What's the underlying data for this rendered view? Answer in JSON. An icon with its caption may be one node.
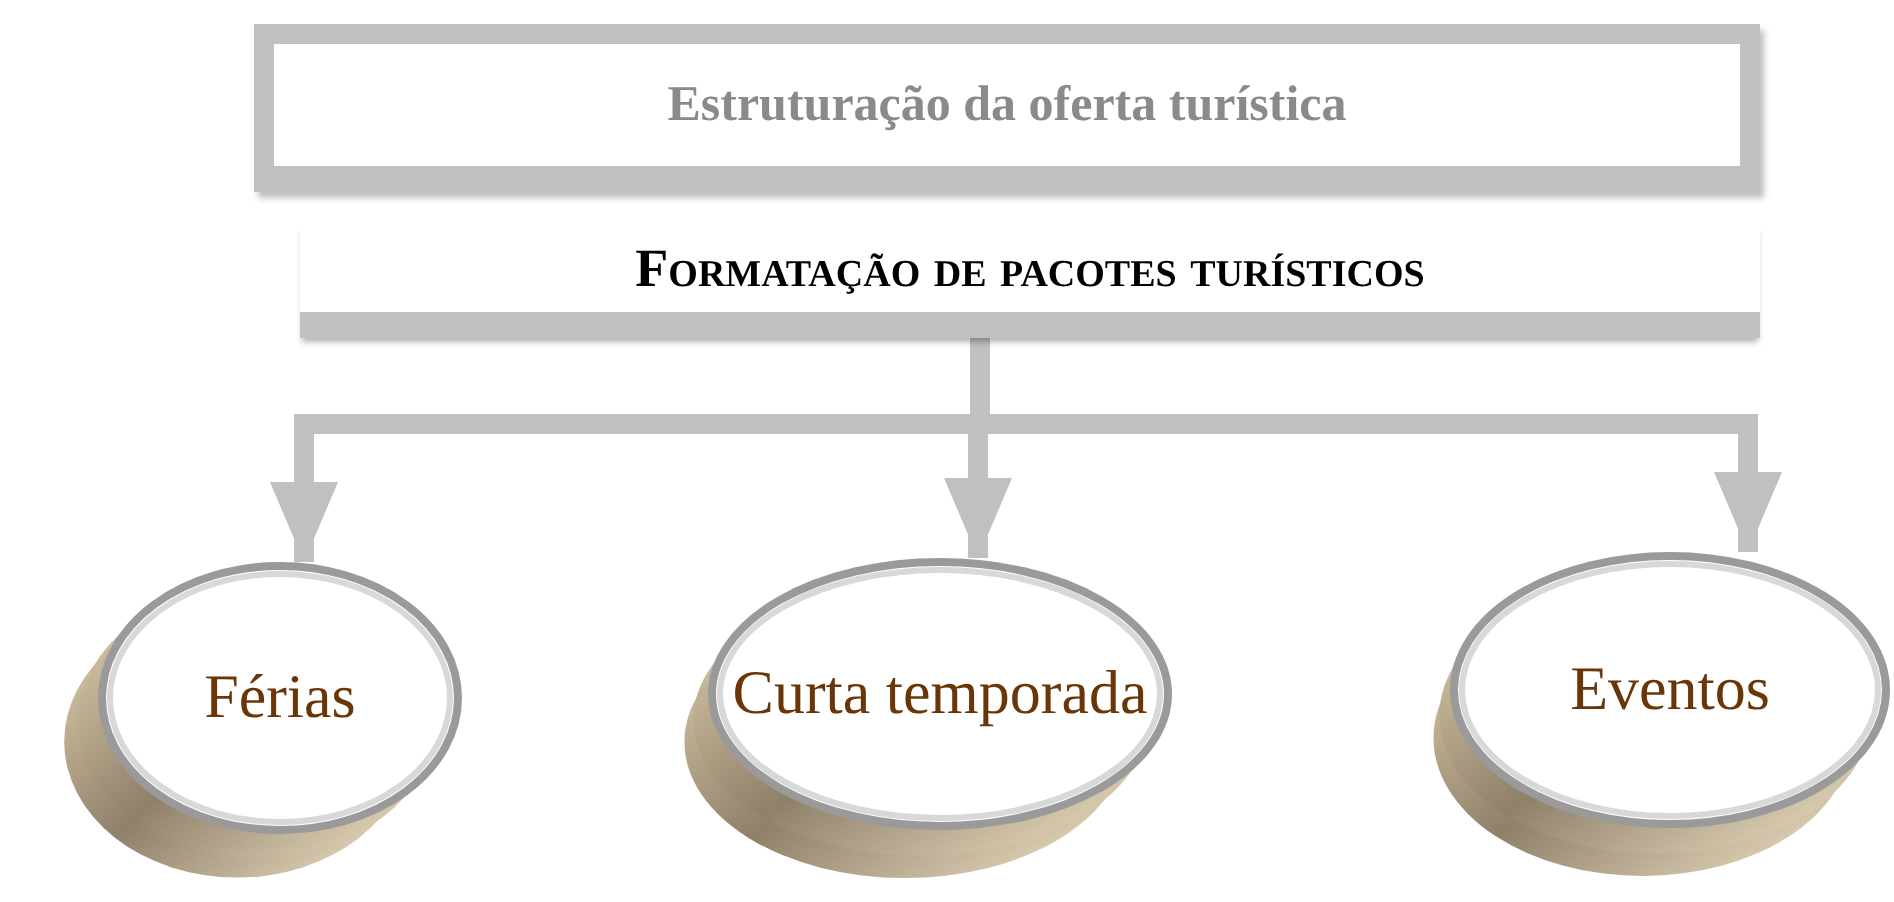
{
  "diagram": {
    "nodes": [
      {
        "text": [
          "Estruturação da oferta turística"
        ]
      },
      {
        "text": [
          "Formatação de pacotes turísticos"
        ]
      },
      {
        "text": [
          "Férias"
        ]
      },
      {
        "text": [
          "Curta temporada"
        ]
      },
      {
        "text": [
          "Eventos"
        ]
      }
    ],
    "edges": [
      {
        "from": 1,
        "to": 2,
        "arrow": "to"
      },
      {
        "from": 1,
        "to": 3,
        "arrow": "to"
      },
      {
        "from": 1,
        "to": 4,
        "arrow": "to"
      }
    ]
  }
}
